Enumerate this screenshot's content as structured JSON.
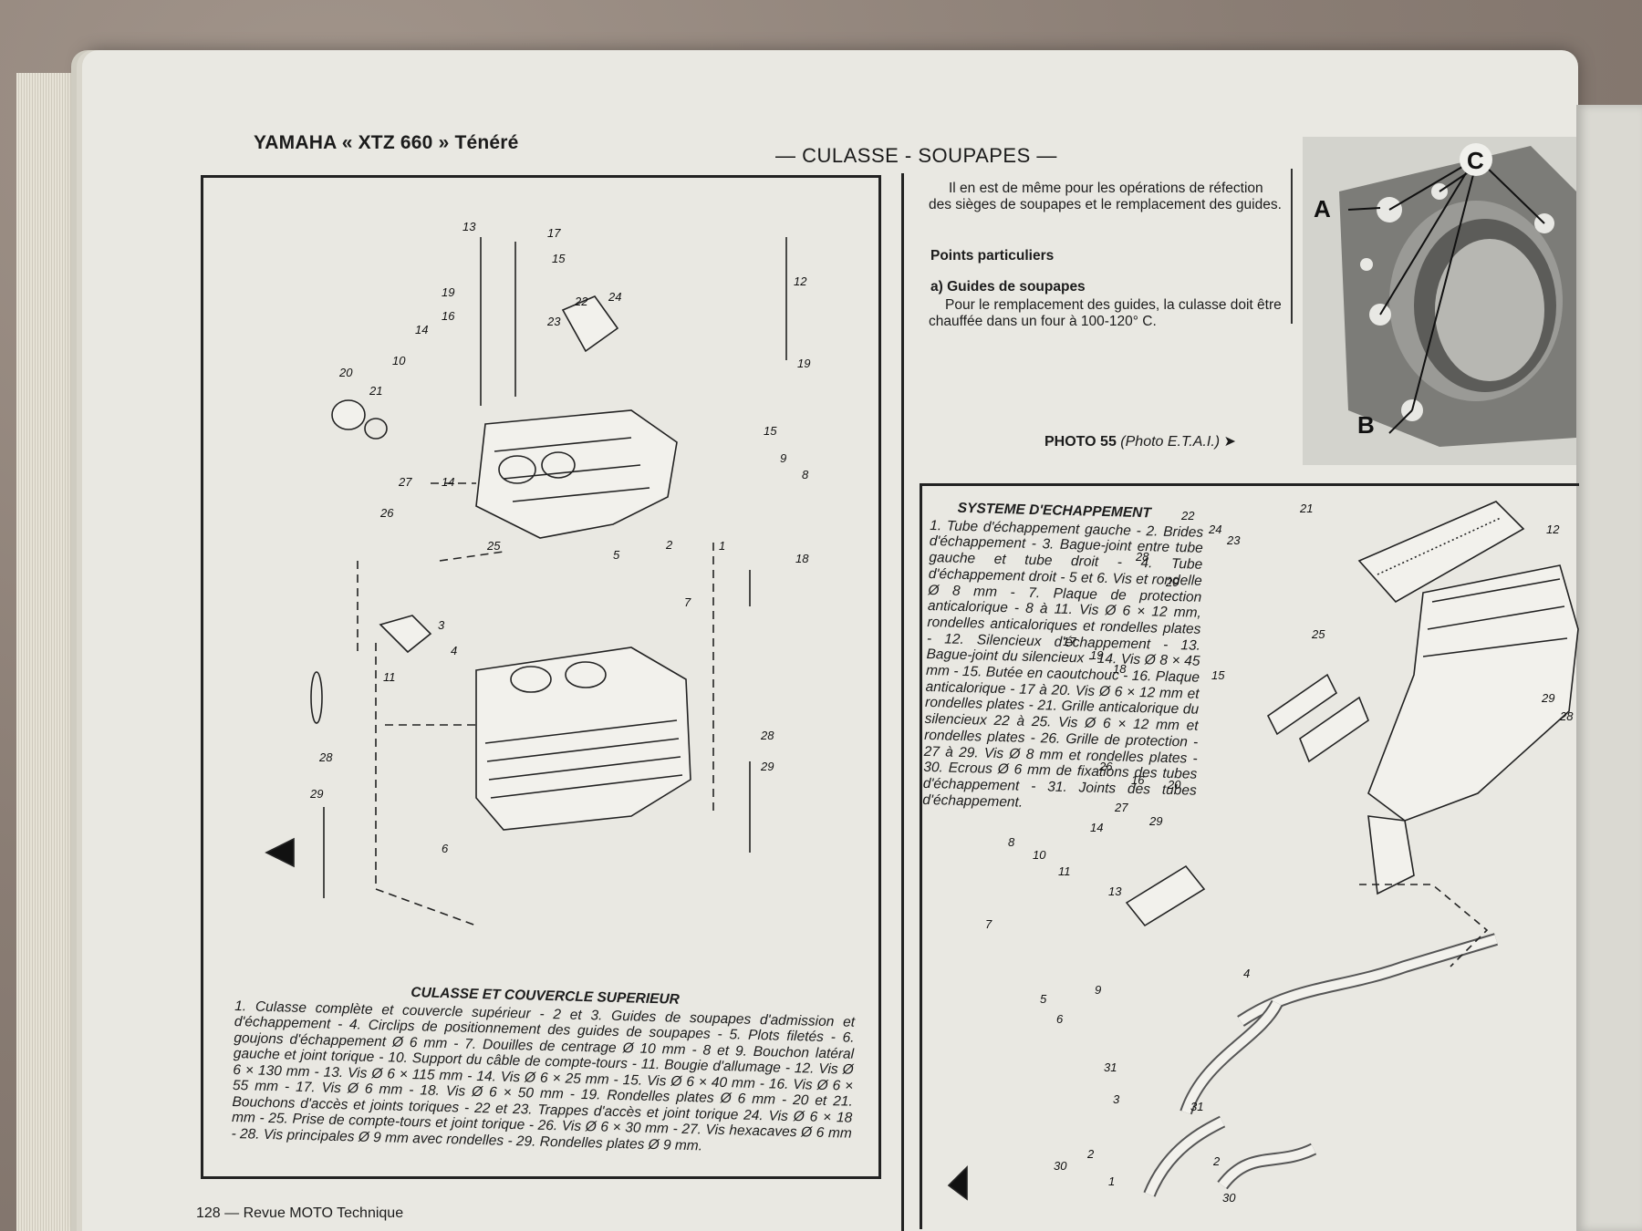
{
  "header": {
    "left": "YAMAHA « XTZ 660 » Ténéré",
    "right": "— CULASSE - SOUPAPES —"
  },
  "right_column": {
    "intro": "Il en est de même pour les opérations de réfection des sièges de soupapes et le remplacement des guides.",
    "section_title": "Points particuliers",
    "subsection_title": "a) Guides de soupapes",
    "paragraph": "Pour le remplacement des guides, la culasse doit être chauffée dans un four à 100-120° C.",
    "photo_caption_bold": "PHOTO 55",
    "photo_caption_italic": "(Photo E.T.A.I.)",
    "photo_arrow": "➤",
    "photo_labels": [
      "A",
      "B",
      "C"
    ]
  },
  "left_diagram": {
    "title": "CULASSE ET COUVERCLE SUPERIEUR",
    "caption": "1. Culasse complète et couvercle supérieur - 2 et 3. Guides de soupapes d'admission et d'échappement - 4. Circlips de positionnement des guides de soupapes - 5. Plots filetés - 6. goujons d'échappement Ø 6 mm - 7. Douilles de centrage Ø 10 mm - 8 et 9. Bouchon latéral gauche et joint torique - 10. Support du câble de compte-tours - 11. Bougie d'allumage - 12. Vis Ø 6 × 130 mm - 13. Vis Ø 6 × 115 mm - 14. Vis Ø 6 × 25 mm - 15. Vis Ø 6 × 40 mm - 16. Vis Ø 6 × 55 mm - 17. Vis Ø 6 mm - 18. Vis Ø 6 × 50 mm - 19. Rondelles plates Ø 6 mm - 20 et 21. Bouchons d'accès et joints toriques - 22 et 23. Trappes d'accès et joint torique 24. Vis Ø 6 × 18 mm - 25. Prise de compte-tours et joint torique - 26. Vis Ø 6 × 30 mm - 27. Vis hexacaves Ø 6 mm - 28. Vis principales Ø 9 mm avec rondelles - 29. Rondelles plates Ø 9 mm.",
    "part_numbers": [
      "13",
      "17",
      "15",
      "12",
      "19",
      "16",
      "14",
      "22",
      "24",
      "23",
      "20",
      "21",
      "10",
      "19",
      "15",
      "9",
      "8",
      "27",
      "14",
      "26",
      "25",
      "5",
      "2",
      "1",
      "18",
      "3",
      "4",
      "7",
      "11",
      "28",
      "29",
      "28",
      "29",
      "6"
    ]
  },
  "right_diagram": {
    "title": "SYSTEME D'ECHAPPEMENT",
    "caption": "1. Tube d'échappement gauche - 2. Brides d'échappement - 3. Bague-joint entre tube gauche et tube droit - 4. Tube d'échappement droit - 5 et 6. Vis et rondelle Ø 8 mm - 7. Plaque de protection anticalorique - 8 à 11. Vis Ø 6 × 12 mm, rondelles anticaloriques et rondelles plates - 12. Silencieux d'échappement - 13. Bague-joint du silencieux - 14. Vis Ø 8 × 45 mm - 15. Butée en caoutchouc - 16. Plaque anticalorique - 17 à 20. Vis Ø 6 × 12 mm et rondelles plates - 21. Grille anticalorique du silencieux 22 à 25. Vis Ø 6 × 12 mm et rondelles plates - 26. Grille de protection - 27 à 29. Vis Ø 8 mm et rondelles plates - 30. Ecrous Ø 6 mm de fixations des tubes d'échappement - 31. Joints des tubes d'échappement.",
    "part_numbers": [
      "22",
      "24",
      "23",
      "21",
      "12",
      "28",
      "29",
      "17",
      "19",
      "18",
      "25",
      "15",
      "29",
      "28",
      "26",
      "16",
      "20",
      "27",
      "29",
      "14",
      "13",
      "8",
      "10",
      "11",
      "7",
      "9",
      "5",
      "6",
      "4",
      "31",
      "3",
      "31",
      "2",
      "30",
      "2",
      "30",
      "1"
    ]
  },
  "footer": "128 — Revue MOTO Technique"
}
